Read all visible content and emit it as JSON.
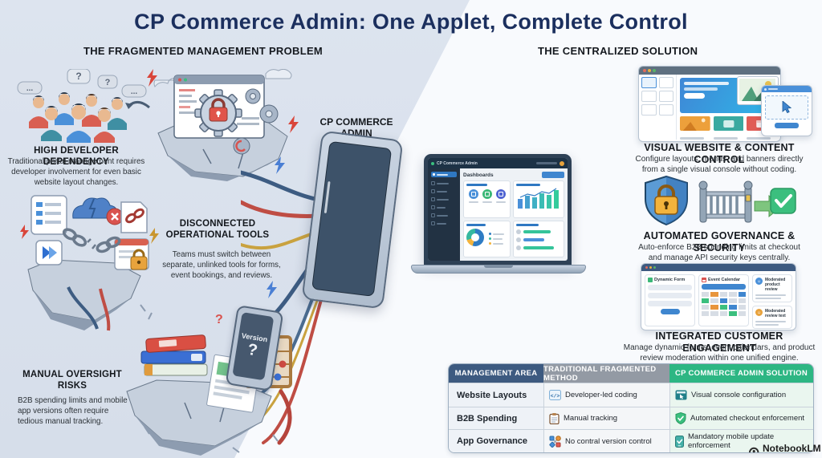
{
  "title": "CP Commerce Admin: One Applet, Complete Control",
  "watermark": "NotebookLM",
  "left": {
    "header": "THE FRAGMENTED MANAGEMENT PROBLEM",
    "device_label": "CP COMMERCE ADMIN",
    "phone_screen": {
      "line1": "Version",
      "line2": "?"
    },
    "bubbles": [
      "...",
      "?",
      "?",
      "..."
    ],
    "sections": [
      {
        "heading": "HIGH DEVELOPER DEPENDENCY",
        "body": "Traditional portal management requires developer involvement for even basic website layout changes."
      },
      {
        "heading": "DISCONNECTED OPERATIONAL TOOLS",
        "body": "Teams must switch between separate, unlinked tools for forms, event bookings, and reviews."
      },
      {
        "heading": "MANUAL OVERSIGHT RISKS",
        "body": "B2B spending limits and mobile app versions often require tedious manual tracking."
      }
    ]
  },
  "dashboard": {
    "app_name": "CP Commerce Admin",
    "page_title": "Dashboards"
  },
  "right": {
    "header": "THE CENTRALIZED SOLUTION",
    "sections": [
      {
        "heading": "VISUAL WEBSITE & CONTENT CONTROL",
        "body": "Configure layouts, menus, and banners directly from a single visual console without coding."
      },
      {
        "heading": "AUTOMATED GOVERNANCE & SECURITY",
        "body": "Auto-enforce B2B spending limits at checkout and manage API security keys centrally."
      },
      {
        "heading": "INTEGRATED CUSTOMER ENGAGEMENT",
        "body": "Manage dynamic forms, event calendars, and product review moderation within one unified engine."
      }
    ],
    "engagement": {
      "form_label": "Dynamic Form",
      "calendar_label": "Event Calendar",
      "review1_label": "Moderated product review",
      "review2_label": "Moderated review text"
    }
  },
  "comparison_table": {
    "headers": [
      "MANAGEMENT AREA",
      "TRADITIONAL FRAGMENTED METHOD",
      "CP COMMERCE ADMIN SOLUTION"
    ],
    "rows": [
      {
        "area": "Website Layouts",
        "traditional": "Developer-led coding",
        "traditional_icon": "code-icon",
        "solution": "Visual console configuration",
        "solution_icon": "console-cursor-icon"
      },
      {
        "area": "B2B Spending",
        "traditional": "Manual tracking",
        "traditional_icon": "clipboard-icon",
        "solution": "Automated checkout enforcement",
        "solution_icon": "shield-check-icon"
      },
      {
        "area": "App Governance",
        "traditional": "No contral version control",
        "traditional_icon": "flowchart-icon",
        "solution": "Mandatory mobile update enforcement",
        "solution_icon": "mobile-check-icon"
      }
    ]
  },
  "colors": {
    "title_navy": "#1b2f5e",
    "left_bg": "#dae2ee",
    "right_bg": "#f9fbfd",
    "accent_blue": "#3f86cf",
    "table_header_blue": "#3d5a80",
    "table_header_gray": "#939aa4",
    "table_header_green": "#2db683",
    "danger_red": "#d9534f",
    "warning_orange": "#e8a33c",
    "success_green": "#3bbf7e"
  }
}
